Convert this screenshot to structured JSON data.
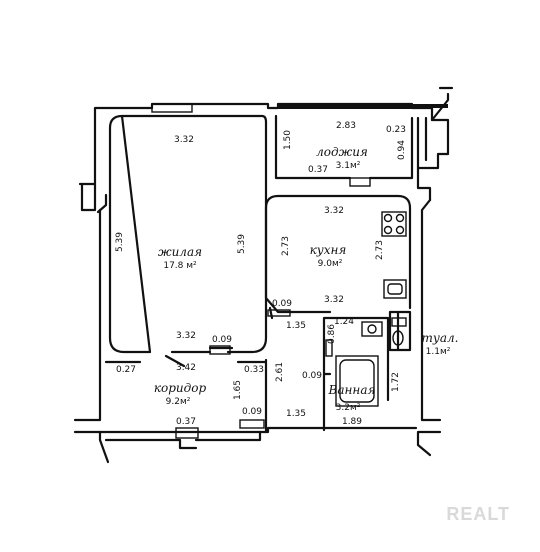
{
  "rooms": {
    "living": {
      "name": "жилая",
      "area": "17.8 м²"
    },
    "loggia": {
      "name": "лоджия",
      "area": "3.1м²"
    },
    "kitchen": {
      "name": "кухня",
      "area": "9.0м²"
    },
    "toilet": {
      "name": "туал.",
      "area": "1.1м²"
    },
    "corridor": {
      "name": "коридор",
      "area": "9.2м²"
    },
    "bath": {
      "name": "Ванная",
      "area": "3.2м²"
    }
  },
  "dims": {
    "living_top": "3.32",
    "living_left": "5.39",
    "living_right": "5.39",
    "living_bottom": "3.32",
    "living_door": "0.09",
    "loggia_top": "2.83",
    "loggia_left": "1.50",
    "loggia_right": "0.23",
    "loggia_side": "0.94",
    "loggia_bottom": "0.37",
    "kitchen_top": "3.32",
    "kitchen_left": "2.73",
    "kitchen_right": "2.73",
    "kitchen_bottom": "3.32",
    "kitchen_door": "0.09",
    "corridor_top": "3.42",
    "corridor_left": "0.27",
    "corridor_door": "0.33",
    "corridor_v1": "1.65",
    "corridor_v2": "2.61",
    "corridor_h": "1.35",
    "corridor_h2": "1.35",
    "corridor_bottom": "0.37",
    "corridor_door2": "0.09",
    "bath_door": "0.09",
    "bath_top": "1.24",
    "bath_side": "0.86",
    "bath_right": "1.72",
    "bath_bottom": "1.89"
  },
  "watermark": "REALT"
}
